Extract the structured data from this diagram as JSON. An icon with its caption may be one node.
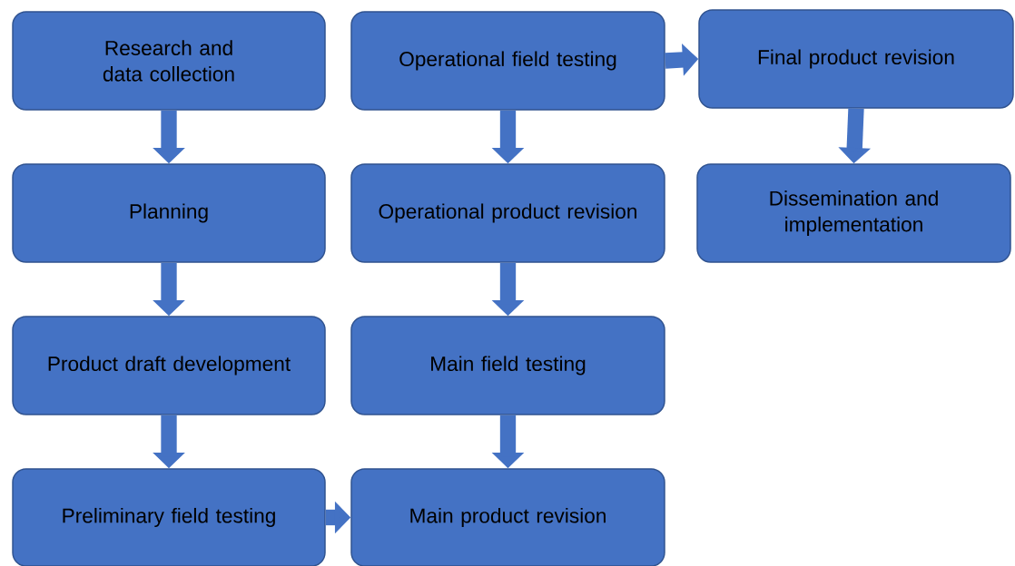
{
  "diagram": {
    "nodes": [
      {
        "text": [
          "Research and data collection"
        ]
      },
      {
        "text": [
          "Planning"
        ]
      },
      {
        "text": [
          "Product draft development"
        ]
      },
      {
        "text": [
          "Preliminary field testing"
        ]
      },
      {
        "text": [
          "Main product revision"
        ]
      },
      {
        "text": [
          "Main field testing"
        ]
      },
      {
        "text": [
          "Operational product revision"
        ]
      },
      {
        "text": [
          "Operational field testing"
        ]
      },
      {
        "text": [
          "Final product revision"
        ]
      },
      {
        "text": [
          "Dissemination and implementation"
        ]
      }
    ],
    "edges": [
      {
        "from": 0,
        "to": 1,
        "arrow": "to"
      },
      {
        "from": 1,
        "to": 2,
        "arrow": "to"
      },
      {
        "from": 2,
        "to": 3,
        "arrow": "to"
      },
      {
        "from": 3,
        "to": 4,
        "arrow": "to"
      },
      {
        "from": 7,
        "to": 6,
        "arrow": "to"
      },
      {
        "from": 6,
        "to": 5,
        "arrow": "to"
      },
      {
        "from": 5,
        "to": 4,
        "arrow": "to"
      },
      {
        "from": 7,
        "to": 8,
        "arrow": "to"
      },
      {
        "from": 8,
        "to": 9,
        "arrow": "to"
      }
    ]
  }
}
